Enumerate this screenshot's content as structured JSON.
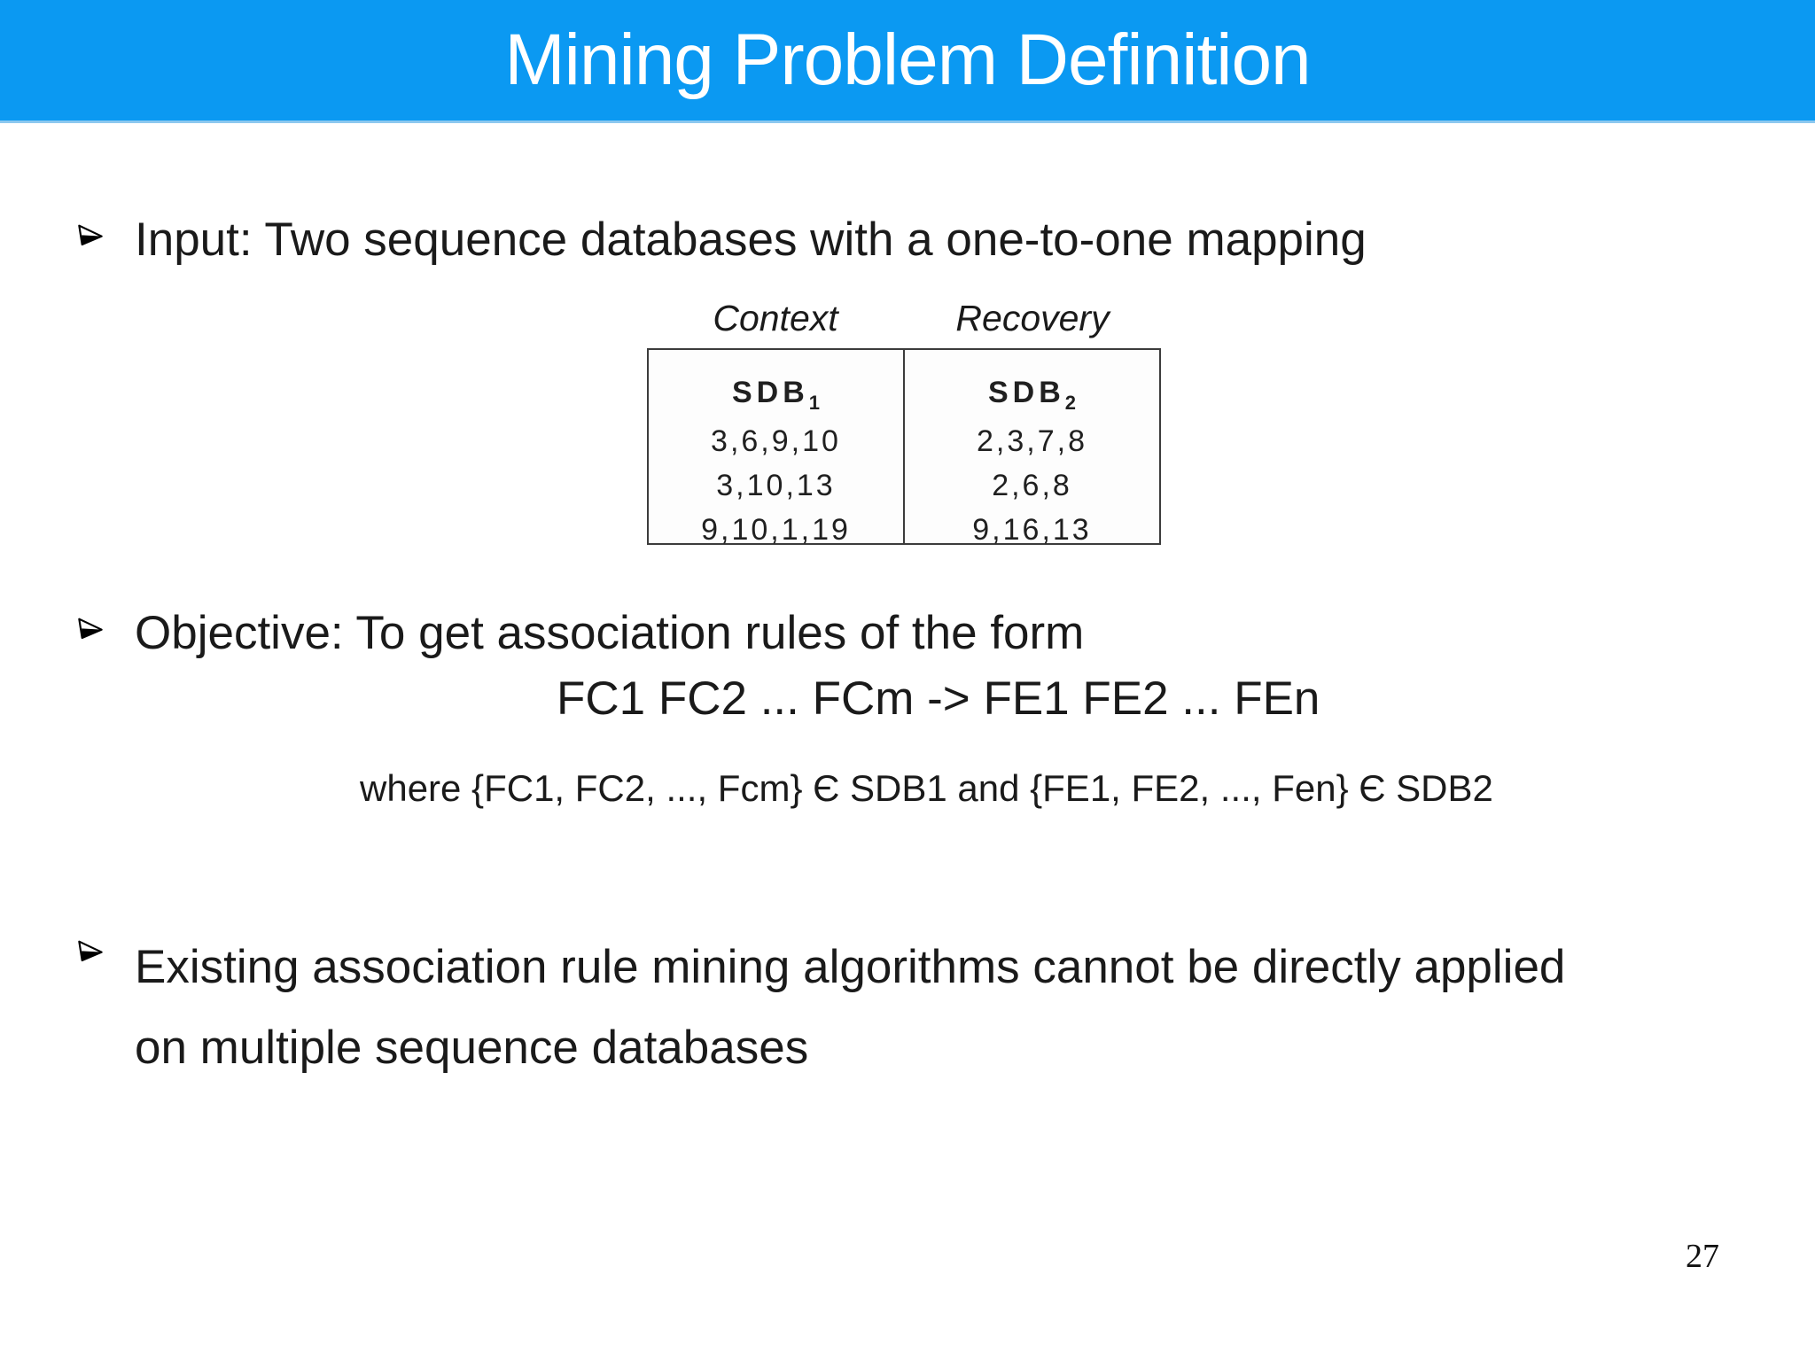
{
  "title": "Mining Problem Definition",
  "colors": {
    "header_bg": "#0b99f2",
    "header_text": "#ffffff",
    "body_text": "#1a1a1a"
  },
  "icons": {
    "bullet": "three-d-arrowhead-right"
  },
  "bullets": {
    "input": "Input: Two sequence databases with a one-to-one mapping",
    "objective": "Objective: To get association rules of the form",
    "existing": "Existing association rule mining algorithms cannot be directly applied on multiple sequence databases"
  },
  "table": {
    "column_labels": [
      "Context",
      "Recovery"
    ],
    "columns": [
      {
        "header": "SDB",
        "subscript": "1",
        "rows": [
          "3,6,9,10",
          "3,10,13",
          "9,10,1,19"
        ]
      },
      {
        "header": "SDB",
        "subscript": "2",
        "rows": [
          "2,3,7,8",
          "2,6,8",
          "9,16,13"
        ]
      }
    ]
  },
  "rule_form": "FC1 FC2 ... FCm -> FE1 FE2 ... FEn",
  "where_clause": "where {FC1, FC2, ..., Fcm} Є SDB1 and {FE1, FE2, ..., Fen} Є SDB2",
  "page_number": "27"
}
